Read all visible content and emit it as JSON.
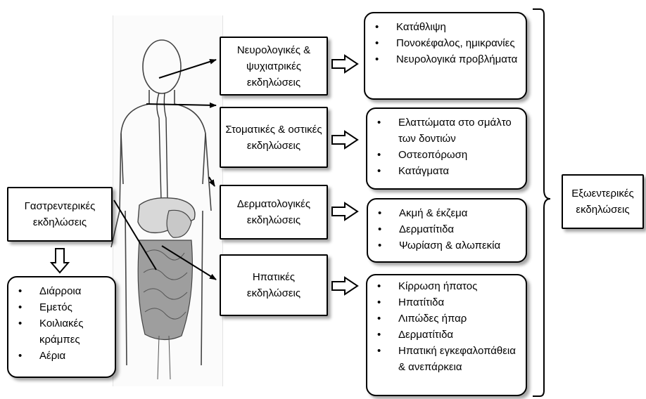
{
  "categories": {
    "neuro": "Νευρολογικές & ψυχιατρικές εκδηλώσεις",
    "oral": "Στοματικές & οστικές εκδηλώσεις",
    "derma": "Δερματολογικές εκδηλώσεις",
    "liver": "Ηπατικές εκδηλώσεις",
    "gastro": "Γαστρεντερικές εκδηλώσεις",
    "extra": "Εξωεντερικές εκδηλώσεις"
  },
  "symptoms": {
    "neuro": [
      "Κατάθλιψη",
      "Πονοκέφαλος, ημικρανίες",
      "Νευρολογικά προβλήματα"
    ],
    "oral": [
      "Ελαττώματα στο σμάλτο των δοντιών",
      "Οστεοπόρωση",
      "Κατάγματα"
    ],
    "derma": [
      "Ακμή & έκζεμα",
      "Δερματίτιδα",
      "Ψωρίαση & αλωπεκία"
    ],
    "liver": [
      "Κίρρωση ήπατος",
      "Ηπατίτιδα",
      "Λιπώδες ήπαρ",
      "Δερματίτιδα",
      "Ηπατική εγκεφαλοπάθεια & ανεπάρκεια"
    ],
    "gastro": [
      "Διάρροια",
      "Εμετός",
      "Κοιλιακές κράμπες",
      "Αέρια"
    ]
  }
}
